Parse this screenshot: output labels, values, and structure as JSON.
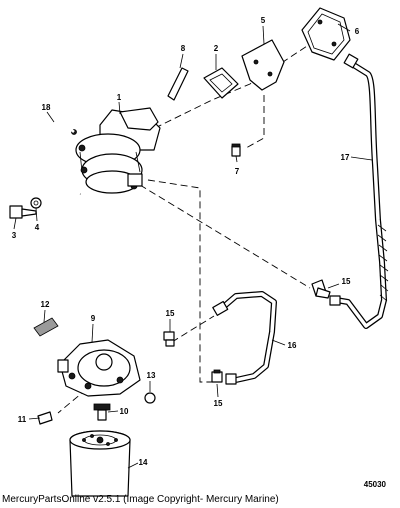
{
  "diagram": {
    "callouts": [
      "1",
      "2",
      "3",
      "4",
      "5",
      "6",
      "7",
      "8",
      "9",
      "10",
      "11",
      "12",
      "13",
      "14",
      "15",
      "15",
      "15",
      "16",
      "17",
      "18"
    ],
    "code": "45030"
  },
  "footer": {
    "caption": "MercuryPartsOnline v2.5.1 (Image Copyright- Mercury Marine)"
  }
}
